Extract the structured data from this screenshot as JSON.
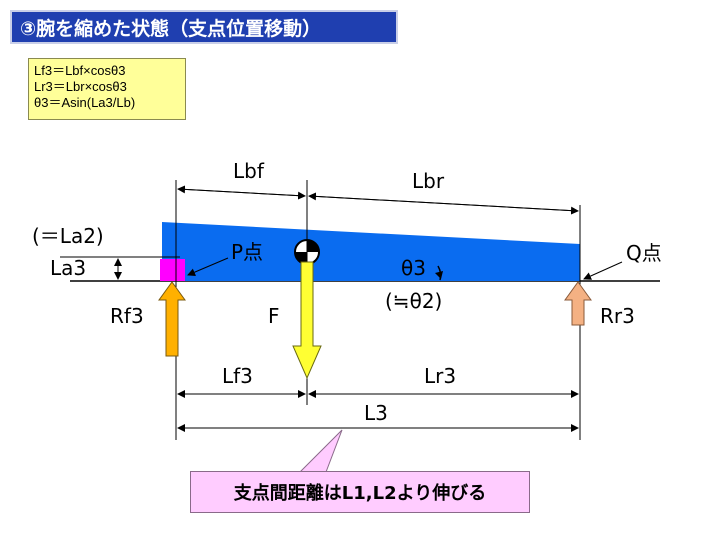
{
  "title": "③腕を縮めた状態（支点位置移動）",
  "formulas": [
    "Lf3＝Lbf×cosθ3",
    "Lr3＝Lbr×cosθ3",
    "θ3＝Asin(La3/Lb)"
  ],
  "labels": {
    "lbf": "Lbf",
    "lbr": "Lbr",
    "la2": "(＝La2)",
    "la3": "La3",
    "p_point": "P点",
    "q_point": "Q点",
    "theta3": "θ3",
    "theta_approx": "(≒θ2)",
    "rf3": "Rf3",
    "rr3": "Rr3",
    "f": "F",
    "lf3": "Lf3",
    "lr3": "Lr3",
    "l3": "L3"
  },
  "note": "支点間距離はL1,L2より伸びる",
  "colors": {
    "title_bg": "#1f3fb0",
    "beam": "#0a6cf0",
    "pivot": "#ff00ff",
    "reaction_arrow": "#ffb000",
    "rear_arrow": "#f4b183",
    "force_arrow": "#ffff33",
    "formula_bg": "#ffff99",
    "note_bg": "#ffccff"
  }
}
